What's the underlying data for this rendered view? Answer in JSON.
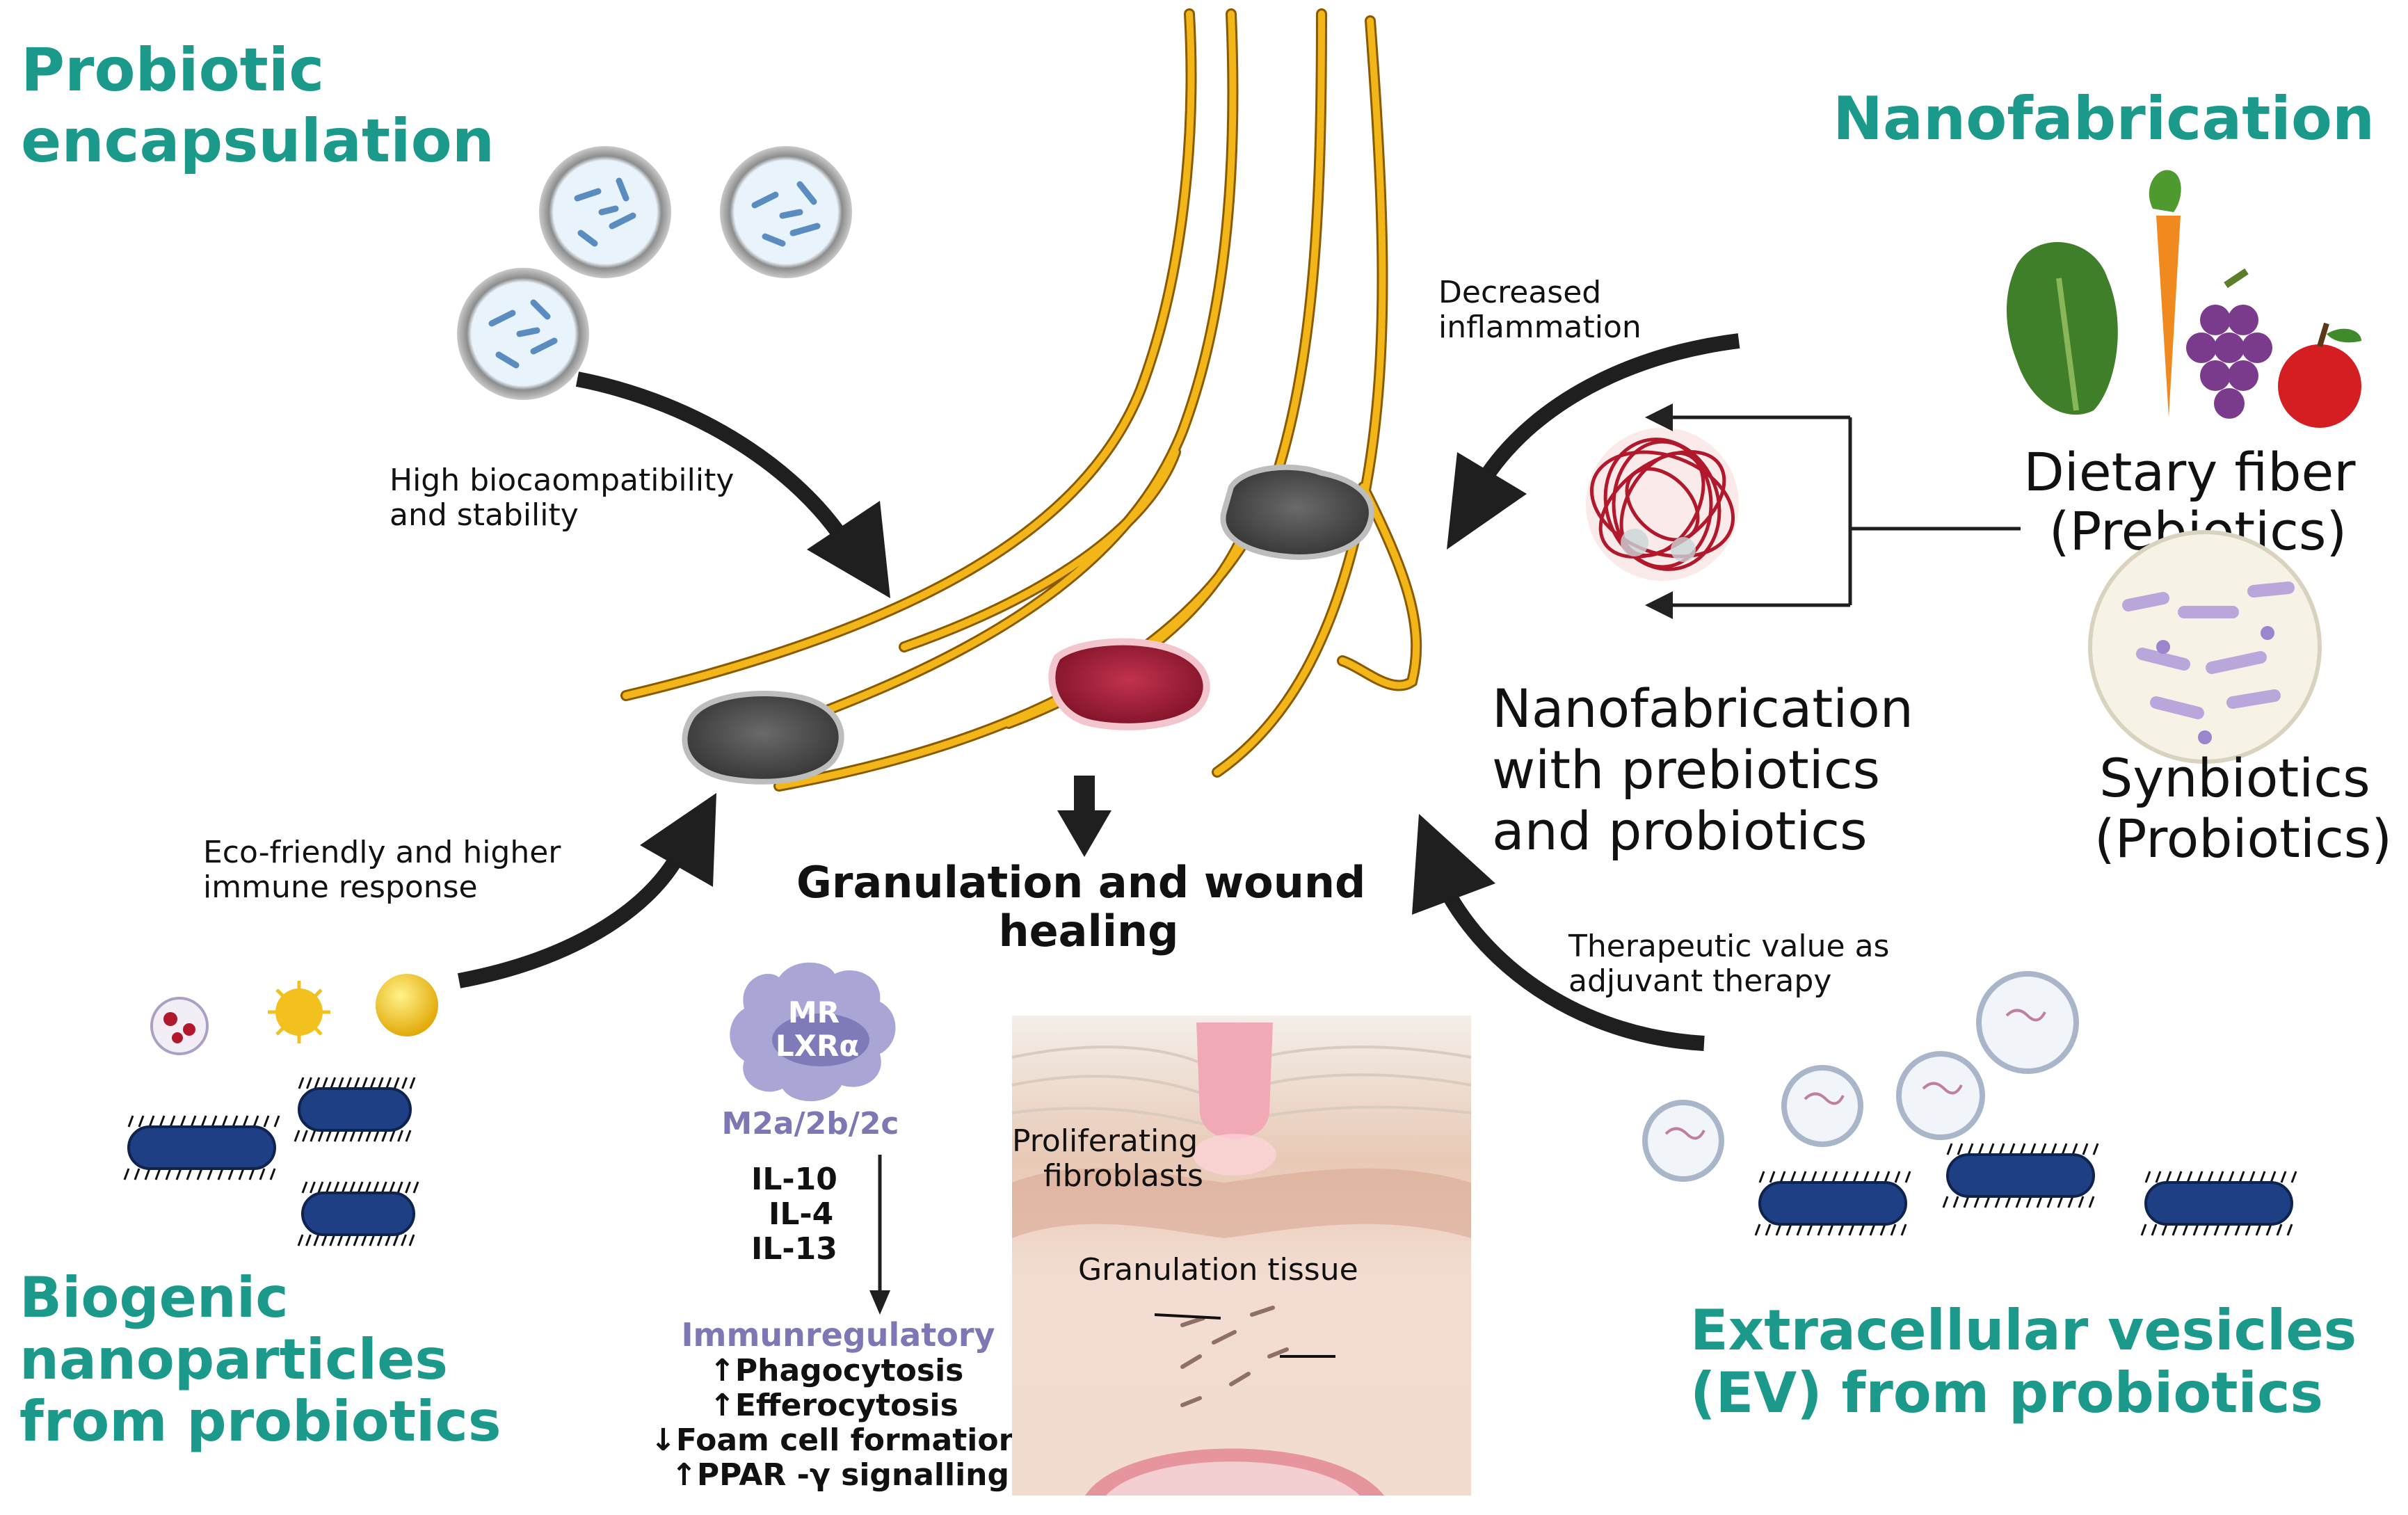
{
  "colors": {
    "heading": "#1b998b",
    "nerve": "#f2b619",
    "nerve_outline": "#8a5a00",
    "arrow": "#1f1f1f",
    "macrophage": "#a9a6d6",
    "bacteria": "#1f3f84",
    "wound_dark": "#555555",
    "wound_red": "#a51f3b",
    "skin": "#f3ddd2"
  },
  "headings": {
    "probiotic_encapsulation": [
      "Probiotic",
      "encapsulation"
    ],
    "nanofabrication": "Nanofabrication",
    "biogenic": [
      "Biogenic",
      "nanoparticles",
      "from probiotics"
    ],
    "extracellular": [
      "Extracellular vesicles",
      "(EV) from probiotics"
    ]
  },
  "labels": {
    "high_biocompat": [
      "High biocaompatibility",
      "and stability"
    ],
    "decreased_inflammation": [
      "Decreased",
      "inflammation"
    ],
    "eco_friendly": [
      "Eco-friendly and higher",
      "immune response"
    ],
    "therapeutic": [
      "Therapeutic value as",
      "adjuvant therapy"
    ],
    "granulation_healing": [
      "Granulation and wound",
      "healing"
    ],
    "dietary_fiber": [
      "Dietary fiber",
      "(Prebiotics)"
    ],
    "synbiotics": [
      "Synbiotics",
      "(Probiotics)"
    ],
    "nanofab_combo": [
      "Nanofabrication",
      "with prebiotics",
      "and probiotics"
    ]
  },
  "macrophage": {
    "markers": [
      "MR",
      "LXRα"
    ],
    "subtypes": "M2a/2b/2c",
    "cytokines": [
      "IL-10",
      "IL-4",
      "IL-13"
    ],
    "effect_title": "Immunregulatory",
    "effects": [
      "↑Phagocytosis",
      "↑Efferocytosis",
      "↓Foam cell formation",
      "↑PPAR -γ signalling"
    ]
  },
  "skin_panel": {
    "proliferating": [
      "Proliferating",
      "fibroblasts"
    ],
    "granulation_tissue": "Granulation tissue"
  },
  "icons": [
    "microcapsule-icon",
    "nerve-foot-icon",
    "wound-icon",
    "vegetables-icon",
    "nanofiber-ball-icon",
    "bacteria-icon",
    "vesicle-icon",
    "nanoparticle-icon",
    "macrophage-icon",
    "skin-section-icon"
  ]
}
